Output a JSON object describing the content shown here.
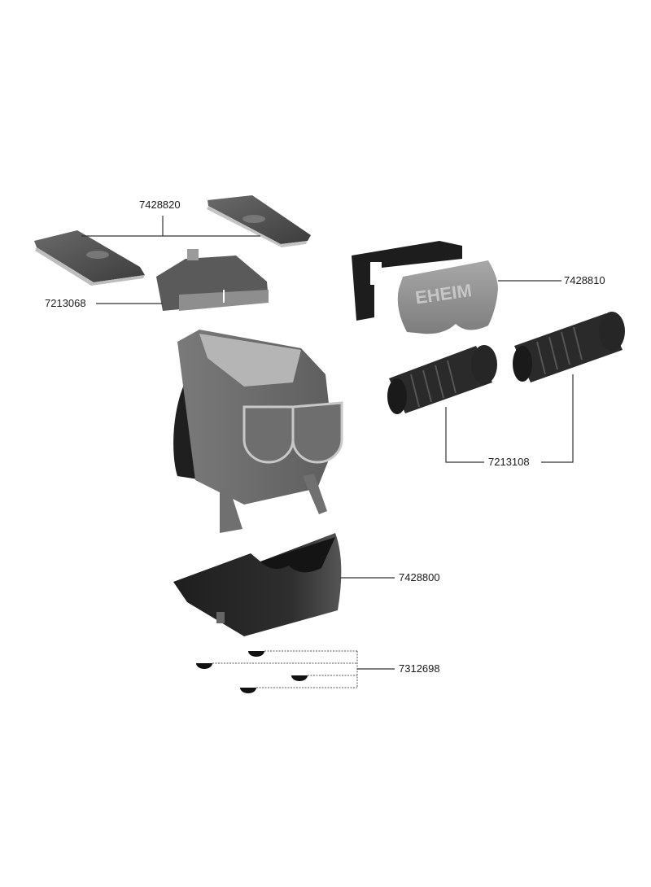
{
  "diagram": {
    "type": "exploded-parts-diagram",
    "brand_mark": "EHEIM",
    "parts": [
      {
        "id": "cover-plates",
        "part_number": "7428820",
        "description": "two top cover plates"
      },
      {
        "id": "top-cover",
        "part_number": "7213068",
        "description": "hinged top cover"
      },
      {
        "id": "filter-head",
        "part_number": "7428810",
        "description": "front housing with EHEIM logo and black frame"
      },
      {
        "id": "filter-cartridges",
        "part_number": "7213108",
        "description": "two ribbed filter cartridges"
      },
      {
        "id": "bottom-shell",
        "part_number": "7428800",
        "description": "dark curved bottom shell"
      },
      {
        "id": "suction-cups",
        "part_number": "7312698",
        "description": "four suction feet"
      }
    ],
    "main_body": {
      "description": "grey filter body with twin cartridge channels (no part number shown)"
    }
  }
}
